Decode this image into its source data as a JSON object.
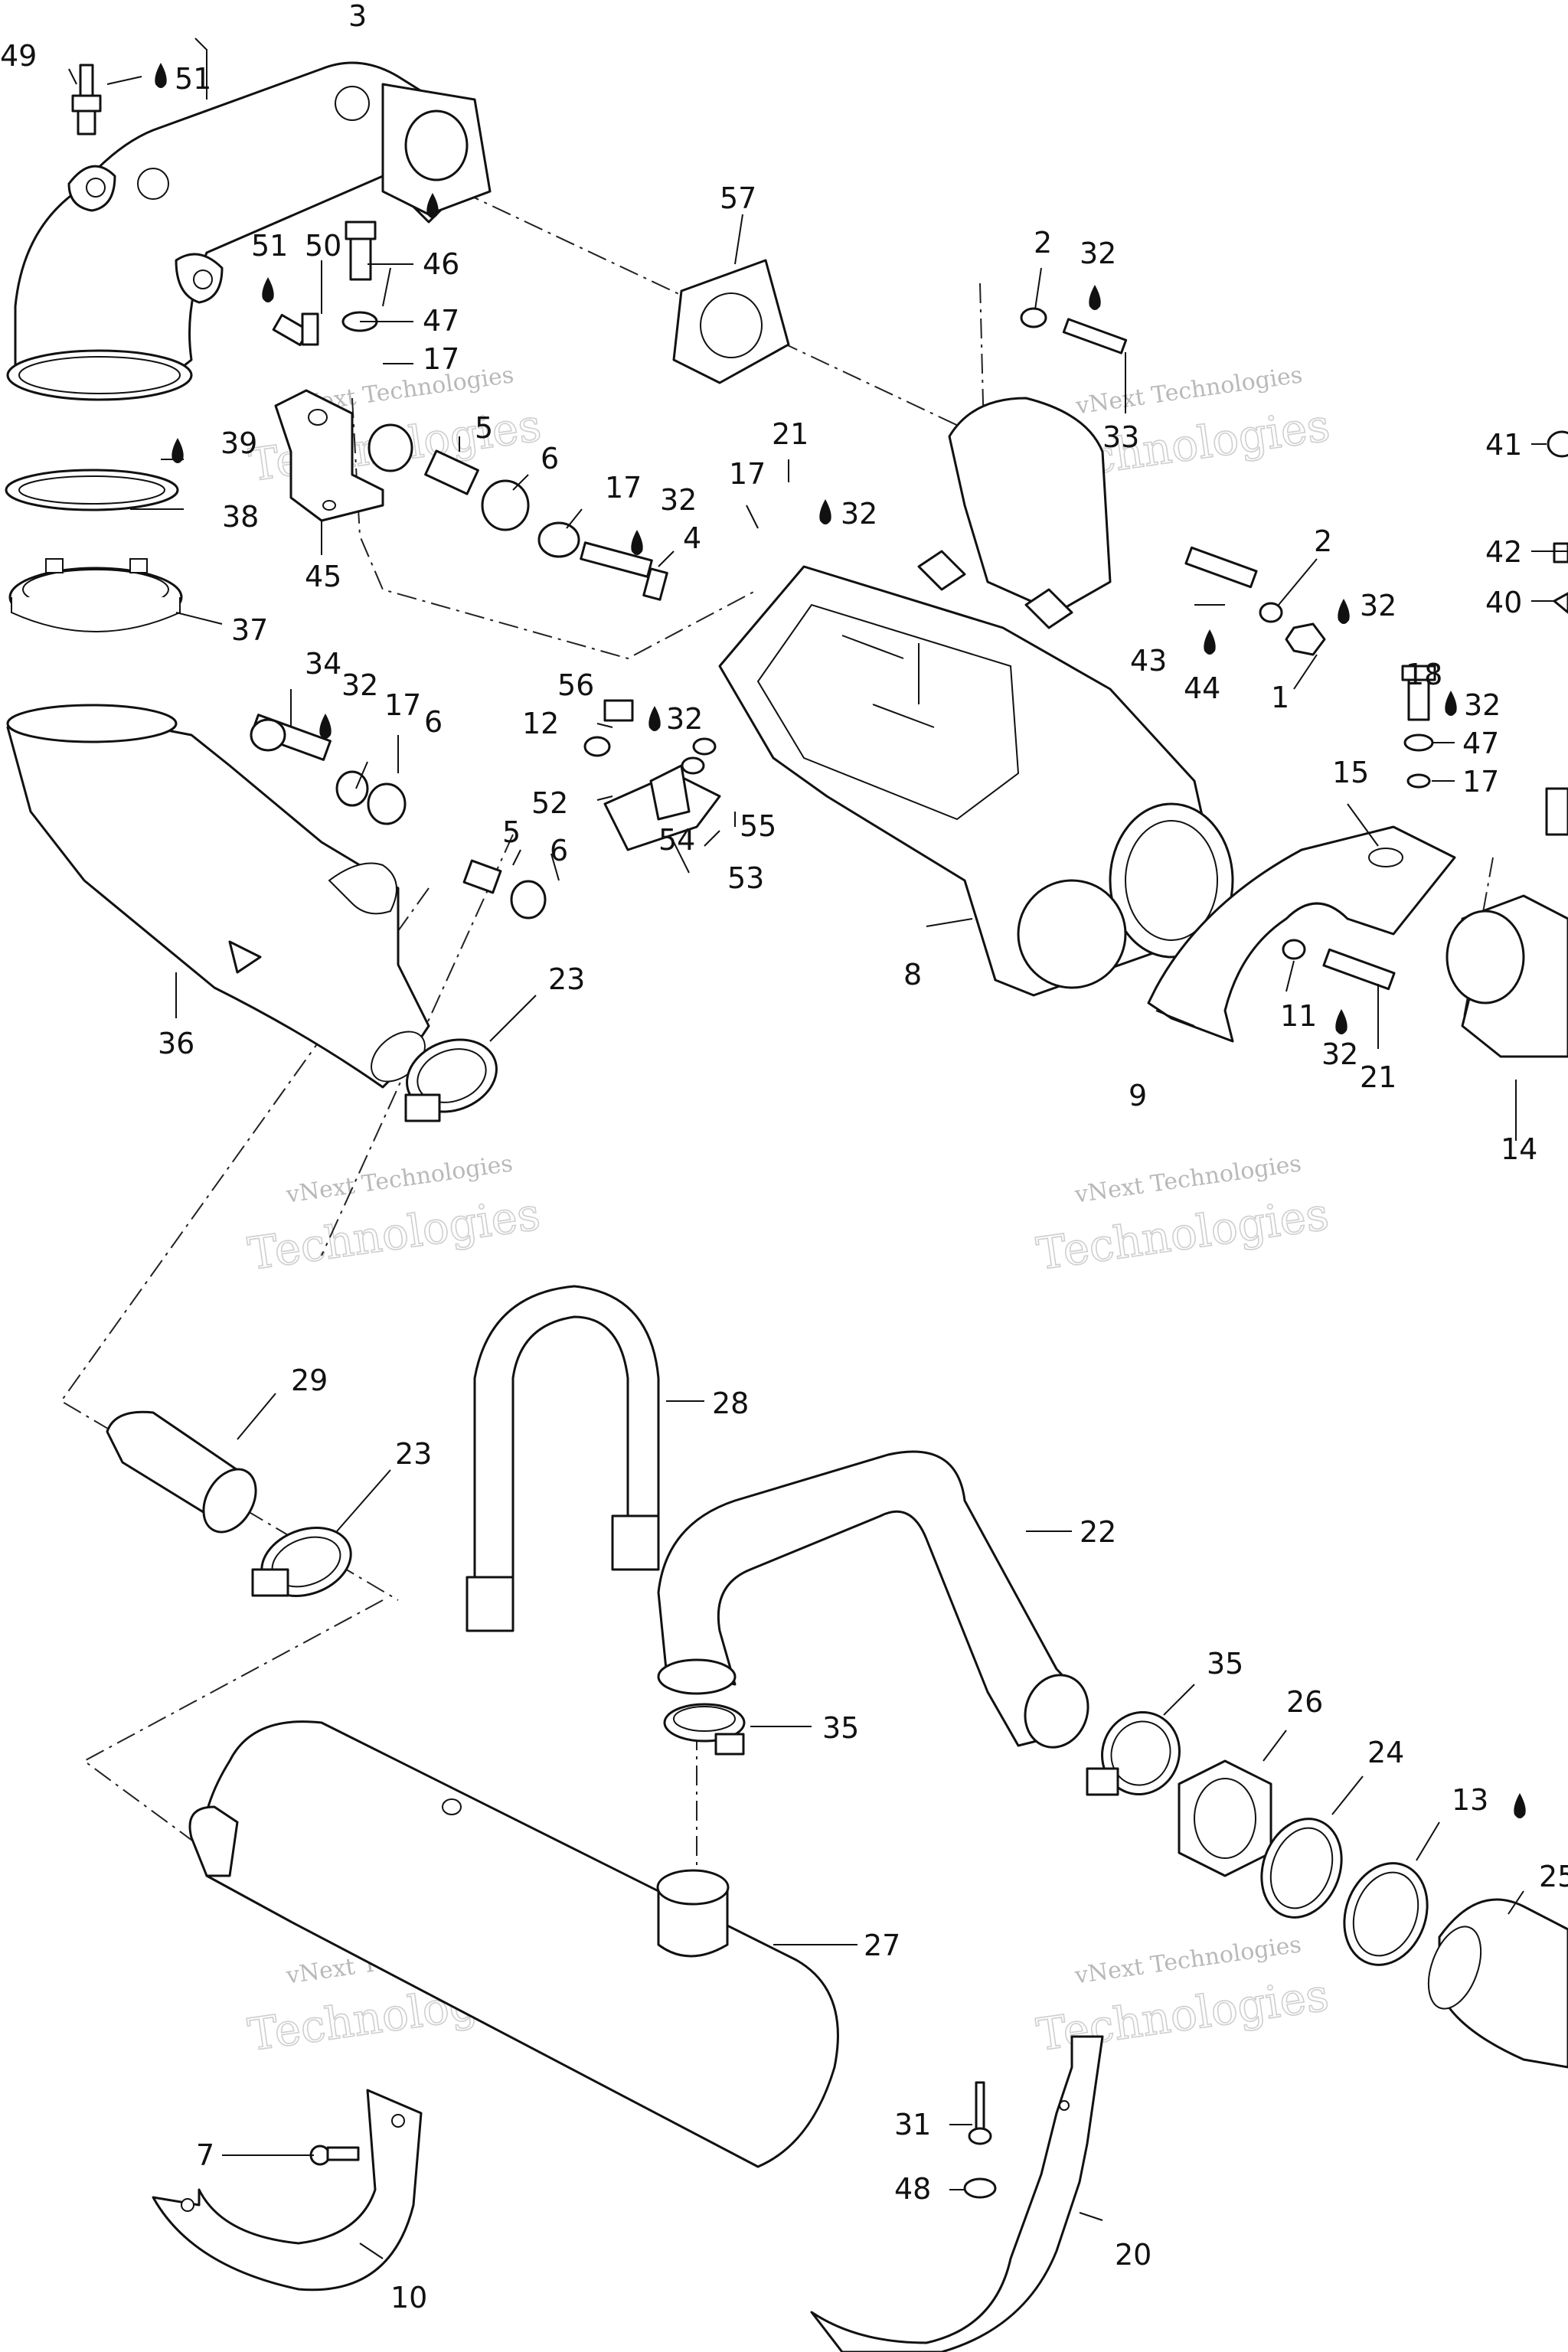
{
  "watermark": {
    "small": "vNext Technologies",
    "large": "Technologies"
  },
  "callouts": [
    "1",
    "2",
    "3",
    "4",
    "5",
    "6",
    "7",
    "8",
    "9",
    "10",
    "11",
    "12",
    "13",
    "14",
    "15",
    "17",
    "18",
    "20",
    "21",
    "22",
    "23",
    "24",
    "25",
    "26",
    "27",
    "28",
    "29",
    "31",
    "32",
    "33",
    "34",
    "35",
    "36",
    "37",
    "38",
    "39",
    "40",
    "41",
    "42",
    "43",
    "44",
    "45",
    "46",
    "47",
    "48",
    "49",
    "50",
    "51",
    "52",
    "53",
    "54",
    "55",
    "56",
    "57"
  ],
  "icons": {
    "drop": "oil-drop-icon"
  },
  "colors": {
    "line": "#111111",
    "watermark": "#b9b9b9",
    "background": "#ffffff"
  }
}
